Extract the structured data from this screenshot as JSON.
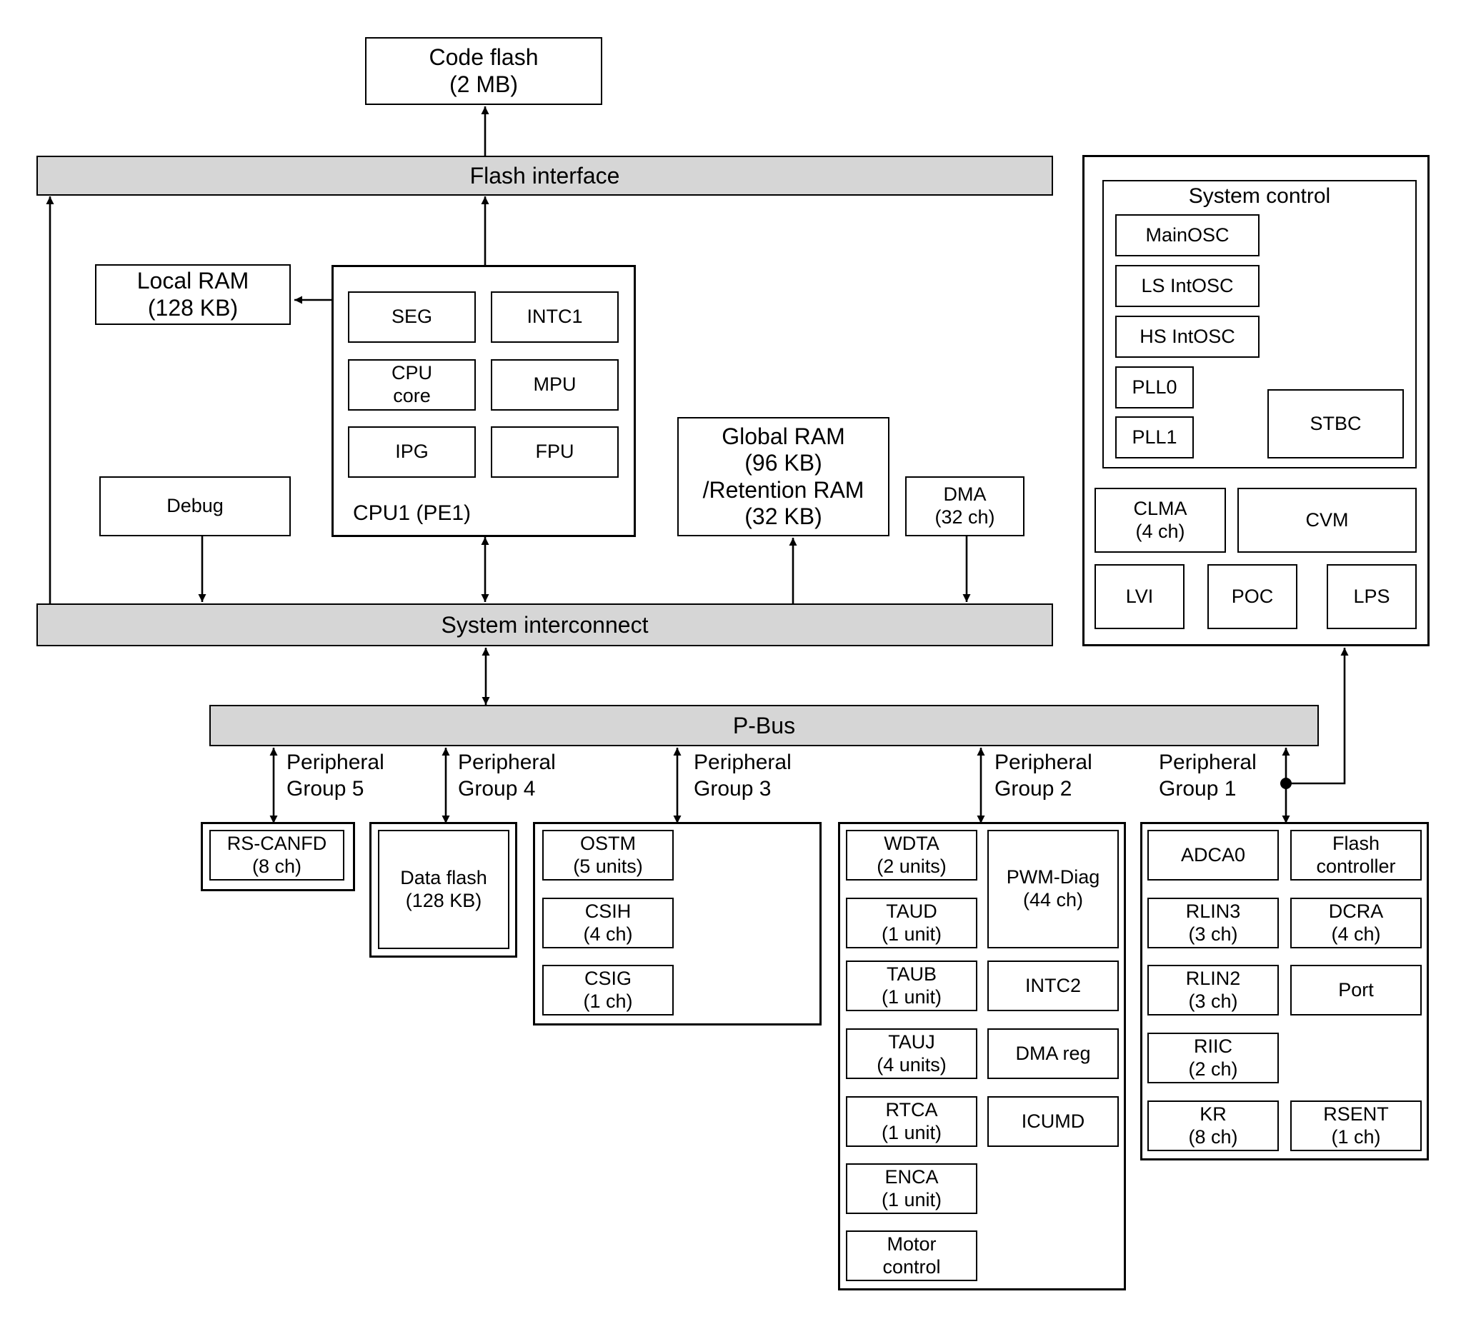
{
  "buses": {
    "flash_interface": "Flash interface",
    "system_interconnect": "System interconnect",
    "p_bus": "P-Bus"
  },
  "memory": {
    "code_flash": "Code flash\n(2 MB)",
    "local_ram": "Local RAM\n(128 KB)",
    "global_ram": "Global RAM\n(96 KB)\n/Retention RAM\n(32 KB)",
    "dma": "DMA\n(32 ch)",
    "debug": "Debug"
  },
  "cpu": {
    "title": "CPU1 (PE1)",
    "blocks": [
      "SEG",
      "INTC1",
      "CPU\ncore",
      "MPU",
      "IPG",
      "FPU"
    ]
  },
  "system_control": {
    "title": "System control",
    "oscillators": [
      "MainOSC",
      "LS IntOSC",
      "HS IntOSC",
      "PLL0",
      "PLL1"
    ],
    "stbc": "STBC",
    "clma": "CLMA\n(4 ch)",
    "cvm": "CVM",
    "lvi": "LVI",
    "poc": "POC",
    "lps": "LPS"
  },
  "peripheral_groups": {
    "group5": {
      "label": "Peripheral\nGroup 5",
      "items": [
        "RS-CANFD\n(8 ch)"
      ]
    },
    "group4": {
      "label": "Peripheral\nGroup 4",
      "items": [
        "Data flash\n(128 KB)"
      ]
    },
    "group3": {
      "label": "Peripheral\nGroup 3",
      "items": [
        "OSTM\n(5 units)",
        "CSIH\n(4 ch)",
        "CSIG\n(1 ch)"
      ]
    },
    "group2": {
      "label": "Peripheral\nGroup 2",
      "left": [
        "WDTA\n(2 units)",
        "TAUD\n(1 unit)",
        "TAUB\n(1 unit)",
        "TAUJ\n(4 units)",
        "RTCA\n(1 unit)",
        "ENCA\n(1 unit)",
        "Motor\ncontrol"
      ],
      "right": [
        "PWM-Diag\n(44 ch)",
        "INTC2",
        "DMA reg",
        "ICUMD"
      ]
    },
    "group1": {
      "label": "Peripheral\nGroup 1",
      "left": [
        "ADCA0",
        "RLIN3\n(3 ch)",
        "RLIN2\n(3 ch)",
        "RIIC\n(2 ch)",
        "KR\n(8 ch)"
      ],
      "right": [
        "Flash\ncontroller",
        "DCRA\n(4 ch)",
        "Port",
        "RSENT\n(1 ch)"
      ]
    }
  }
}
